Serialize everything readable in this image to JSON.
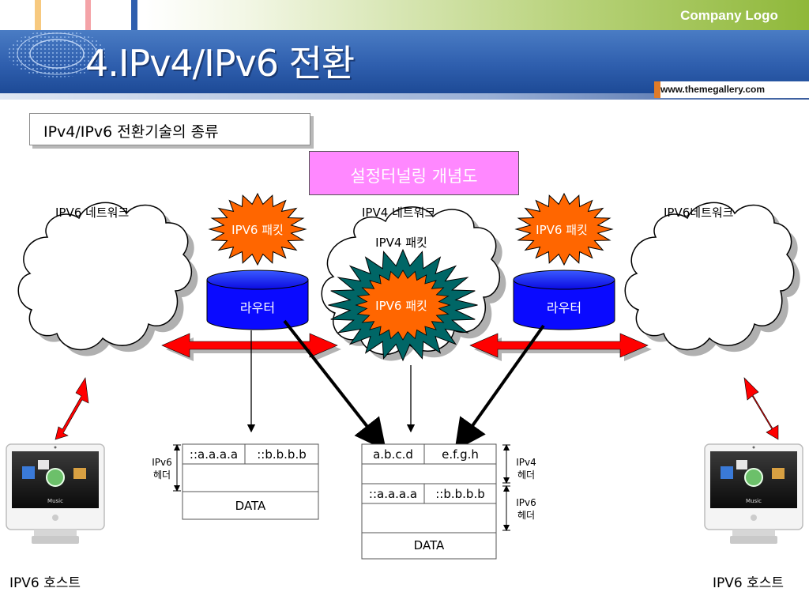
{
  "header": {
    "company_logo": "Company Logo",
    "website": "www.themegallery.com",
    "title": "4.IPv4/IPv6 전환"
  },
  "subtitle": "IPv4/IPv6 전환기술의 종류",
  "concept_title": "설정터널링 개념도",
  "networks": {
    "left": "IPV6 네트워크",
    "center": "IPV4 네트워크",
    "right": "IPV6네트워크"
  },
  "packets": {
    "left_burst": "IPV6 패킷",
    "right_burst": "IPV6 패킷",
    "center_caption": "IPV4 패킷",
    "center_burst": "IPV6 패킷"
  },
  "routers": {
    "left": "라우터",
    "right": "라우터"
  },
  "left_packet": {
    "src": "::a.a.a.a",
    "dst": "::b.b.b.b",
    "data": "DATA",
    "header_label": "IPv6\n헤더"
  },
  "right_packet": {
    "ipv4_src": "a.b.c.d",
    "ipv4_dst": "e.f.g.h",
    "ipv6_src": "::a.a.a.a",
    "ipv6_dst": "::b.b.b.b",
    "data": "DATA",
    "ipv4_header_label": "IPv4\n헤더",
    "ipv6_header_label": "IPv6\n헤더"
  },
  "hosts": {
    "left": "IPV6 호스트",
    "right": "IPV6 호스트",
    "screen_label": "Music"
  },
  "colors": {
    "title_band": "#2f5fae",
    "router_fill": "#0a0aff",
    "burst_orange": "#ff6600",
    "burst_teal": "#006666",
    "arrow_red": "#ff0000",
    "concept_box": "#ff88ff"
  }
}
